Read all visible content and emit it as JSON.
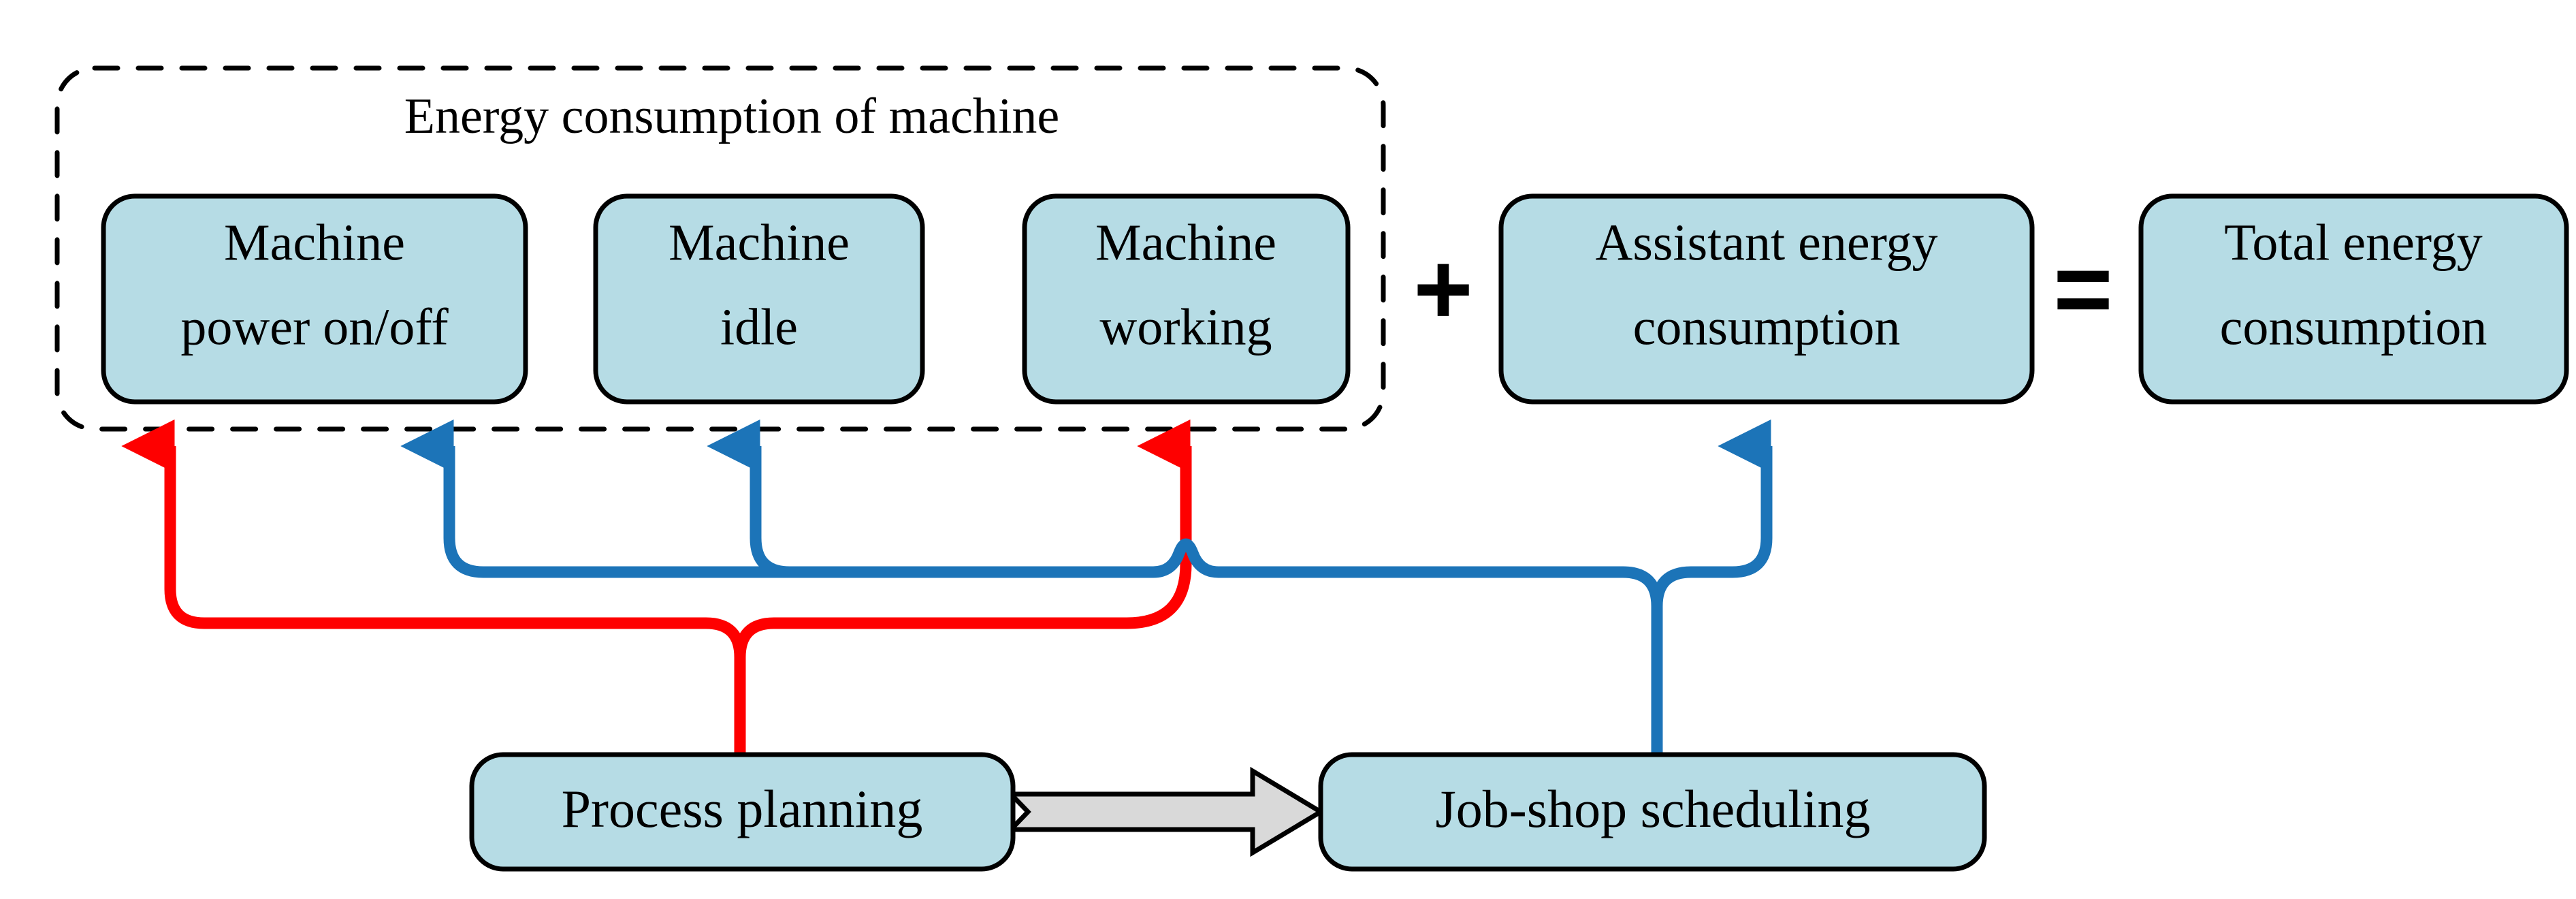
{
  "diagram": {
    "title_group": "Energy consumption of  machine",
    "colors": {
      "node_fill": "#b6dce5",
      "node_stroke": "#000000",
      "red_flow": "#fe0000",
      "blue_flow": "#1c74b8",
      "block_arrow_fill": "#d9d9d9",
      "background": "#ffffff"
    },
    "nodes": [
      {
        "id": "machine-power",
        "line1": "Machine",
        "line2": "power on/off"
      },
      {
        "id": "machine-idle",
        "line1": "Machine",
        "line2": "idle"
      },
      {
        "id": "machine-working",
        "line1": "Machine",
        "line2": "working"
      },
      {
        "id": "assistant-energy",
        "line1": "Assistant energy",
        "line2": "consumption"
      },
      {
        "id": "total-energy",
        "line1": "Total energy",
        "line2": "consumption"
      },
      {
        "id": "process-planning",
        "line1": "Process planning",
        "line2": ""
      },
      {
        "id": "job-shop",
        "line1": "Job-shop scheduling",
        "line2": ""
      }
    ],
    "operators": {
      "plus": "+",
      "equals": "="
    }
  }
}
